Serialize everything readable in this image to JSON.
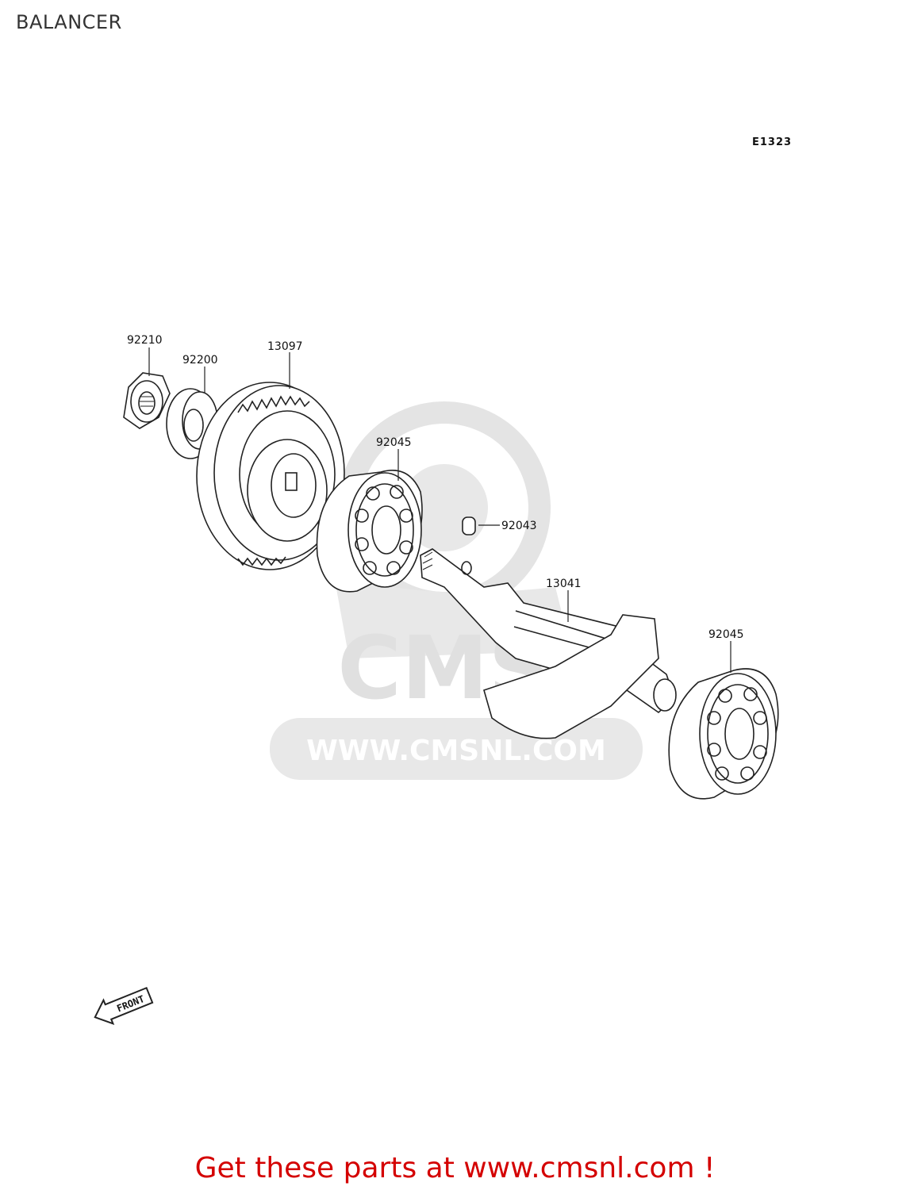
{
  "title": "BALANCER",
  "diagram_code": "E1323",
  "watermark": {
    "brand": "CMS",
    "url": "WWW.CMSNL.COM"
  },
  "front_label": "FRONT",
  "parts": [
    {
      "number": "92210",
      "name": "nut"
    },
    {
      "number": "92200",
      "name": "washer"
    },
    {
      "number": "13097",
      "name": "balancer-gear"
    },
    {
      "number": "92045",
      "name": "ball-bearing-left"
    },
    {
      "number": "92043",
      "name": "pin"
    },
    {
      "number": "13041",
      "name": "balancer-shaft"
    },
    {
      "number": "92045",
      "name": "ball-bearing-right"
    }
  ],
  "footer": "Get these parts at www.cmsnl.com !",
  "colors": {
    "footer": "#d40000",
    "watermark": "#e0e0e0",
    "line": "#222222"
  }
}
